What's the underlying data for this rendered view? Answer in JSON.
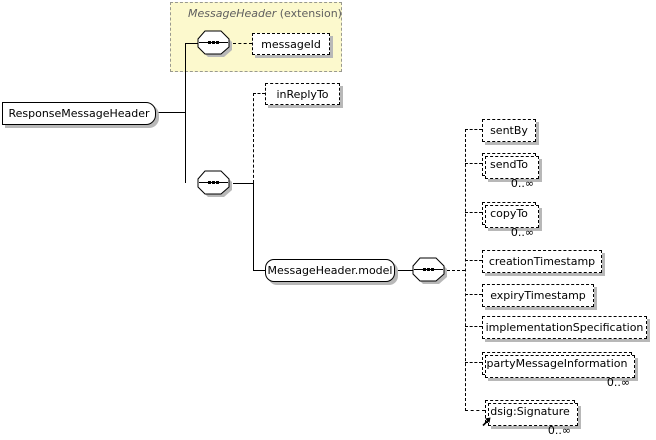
{
  "diagram": {
    "extension_frame": {
      "type_name": "MessageHeader",
      "suffix": " (extension)"
    },
    "root": {
      "label": "ResponseMessageHeader"
    },
    "message_id": {
      "label": "messageId"
    },
    "in_reply_to": {
      "label": "inReplyTo"
    },
    "model": {
      "label": "MessageHeader.model"
    },
    "children": [
      {
        "label": "sentBy"
      },
      {
        "label": "sendTo",
        "occurs": "0..∞"
      },
      {
        "label": "copyTo",
        "occurs": "0..∞"
      },
      {
        "label": "creationTimestamp"
      },
      {
        "label": "expiryTimestamp"
      },
      {
        "label": "implementationSpecification"
      },
      {
        "label": "partyMessageInformation",
        "occurs": "0..∞"
      },
      {
        "label": "dsig:Signature",
        "occurs": "0..∞"
      }
    ],
    "colors": {
      "extension_fill": "#fcf9cd",
      "extension_border": "#99998f",
      "extension_text": "#5f5f5f",
      "box_border": "#000000",
      "shadow": "#b8b8b8",
      "background": "#ffffff",
      "text": "#000000"
    }
  }
}
